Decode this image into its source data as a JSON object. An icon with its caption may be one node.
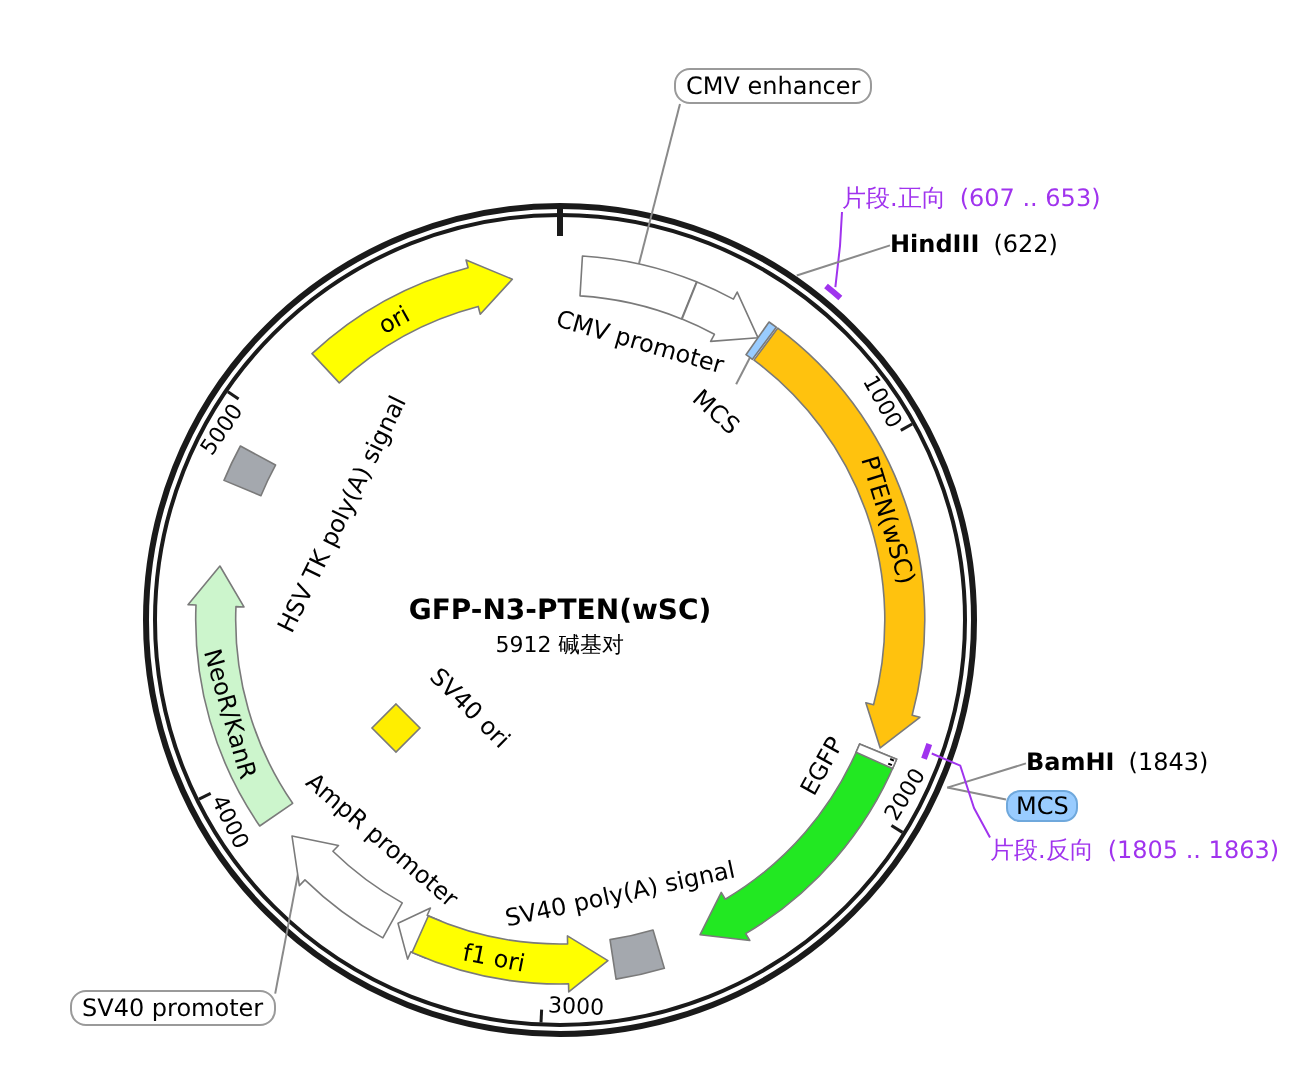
{
  "diagram": {
    "title": "GFP-N3-PTEN(wSC)",
    "nodes": [
      {
        "text": [
          "CMV enhancer"
        ]
      },
      {
        "text": [
          "片段.正向",
          "(607 .. 653)"
        ]
      },
      {
        "text": [
          "HindIII",
          "(622)"
        ]
      },
      {
        "text": [],
        "shape": "bar"
      },
      {
        "text": [
          "ori"
        ]
      },
      {
        "text": [],
        "shape": "bar"
      },
      {
        "text": [],
        "shape": "arrow",
        "beside": [
          "CMV promoter"
        ]
      },
      {
        "text": [],
        "shape": "bar"
      },
      {
        "text": [
          "MCS"
        ]
      },
      {
        "text": [
          "PTEN(wSC)"
        ]
      },
      {
        "text": [],
        "shape": "box",
        "beside": [
          "HSV TK poly(A) signal"
        ]
      },
      {
        "text": [
          "NeoR/KanR"
        ]
      },
      {
        "text": [],
        "shape": "diamond",
        "beside": [
          "SV40 ori"
        ]
      },
      {
        "text": [],
        "shape": "arrow",
        "beside": [
          "EGFP"
        ]
      },
      {
        "text": [
          "BamHI",
          "(1843)"
        ]
      },
      {
        "text": [],
        "shape": "bar"
      },
      {
        "text": [
          "MCS"
        ]
      },
      {
        "text": [
          "片段.反向",
          "(1805 .. 1863)"
        ]
      },
      {
        "text": [],
        "shape": "arrow",
        "beside": [
          "AmpR promoter"
        ]
      },
      {
        "text": [],
        "shape": "arrow"
      },
      {
        "text": [],
        "shape": "box",
        "beside": [
          "SV40 poly(A) signal"
        ]
      },
      {
        "text": [
          "f1 ori"
        ]
      },
      {
        "text": [
          "SV40 promoter"
        ]
      }
    ],
    "edges": [
      {
        "from": 0,
        "to": 5,
        "arrow": "none"
      },
      {
        "from": 1,
        "to": 3,
        "arrow": "none",
        "color": "#a033ee"
      },
      {
        "from": 2,
        "to": null,
        "arrow": "none"
      },
      {
        "from": 8,
        "to": 7,
        "arrow": "none"
      },
      {
        "from": 14,
        "to": null,
        "arrow": "none"
      },
      {
        "from": 16,
        "to": null,
        "arrow": "none"
      },
      {
        "from": 17,
        "to": 15,
        "arrow": "none",
        "color": "#a033ee"
      },
      {
        "from": 22,
        "to": 19,
        "arrow": "none"
      }
    ],
    "labels": [
      "1000",
      "5000",
      "5912 碱基对",
      "2000",
      "4000",
      "3000"
    ]
  }
}
